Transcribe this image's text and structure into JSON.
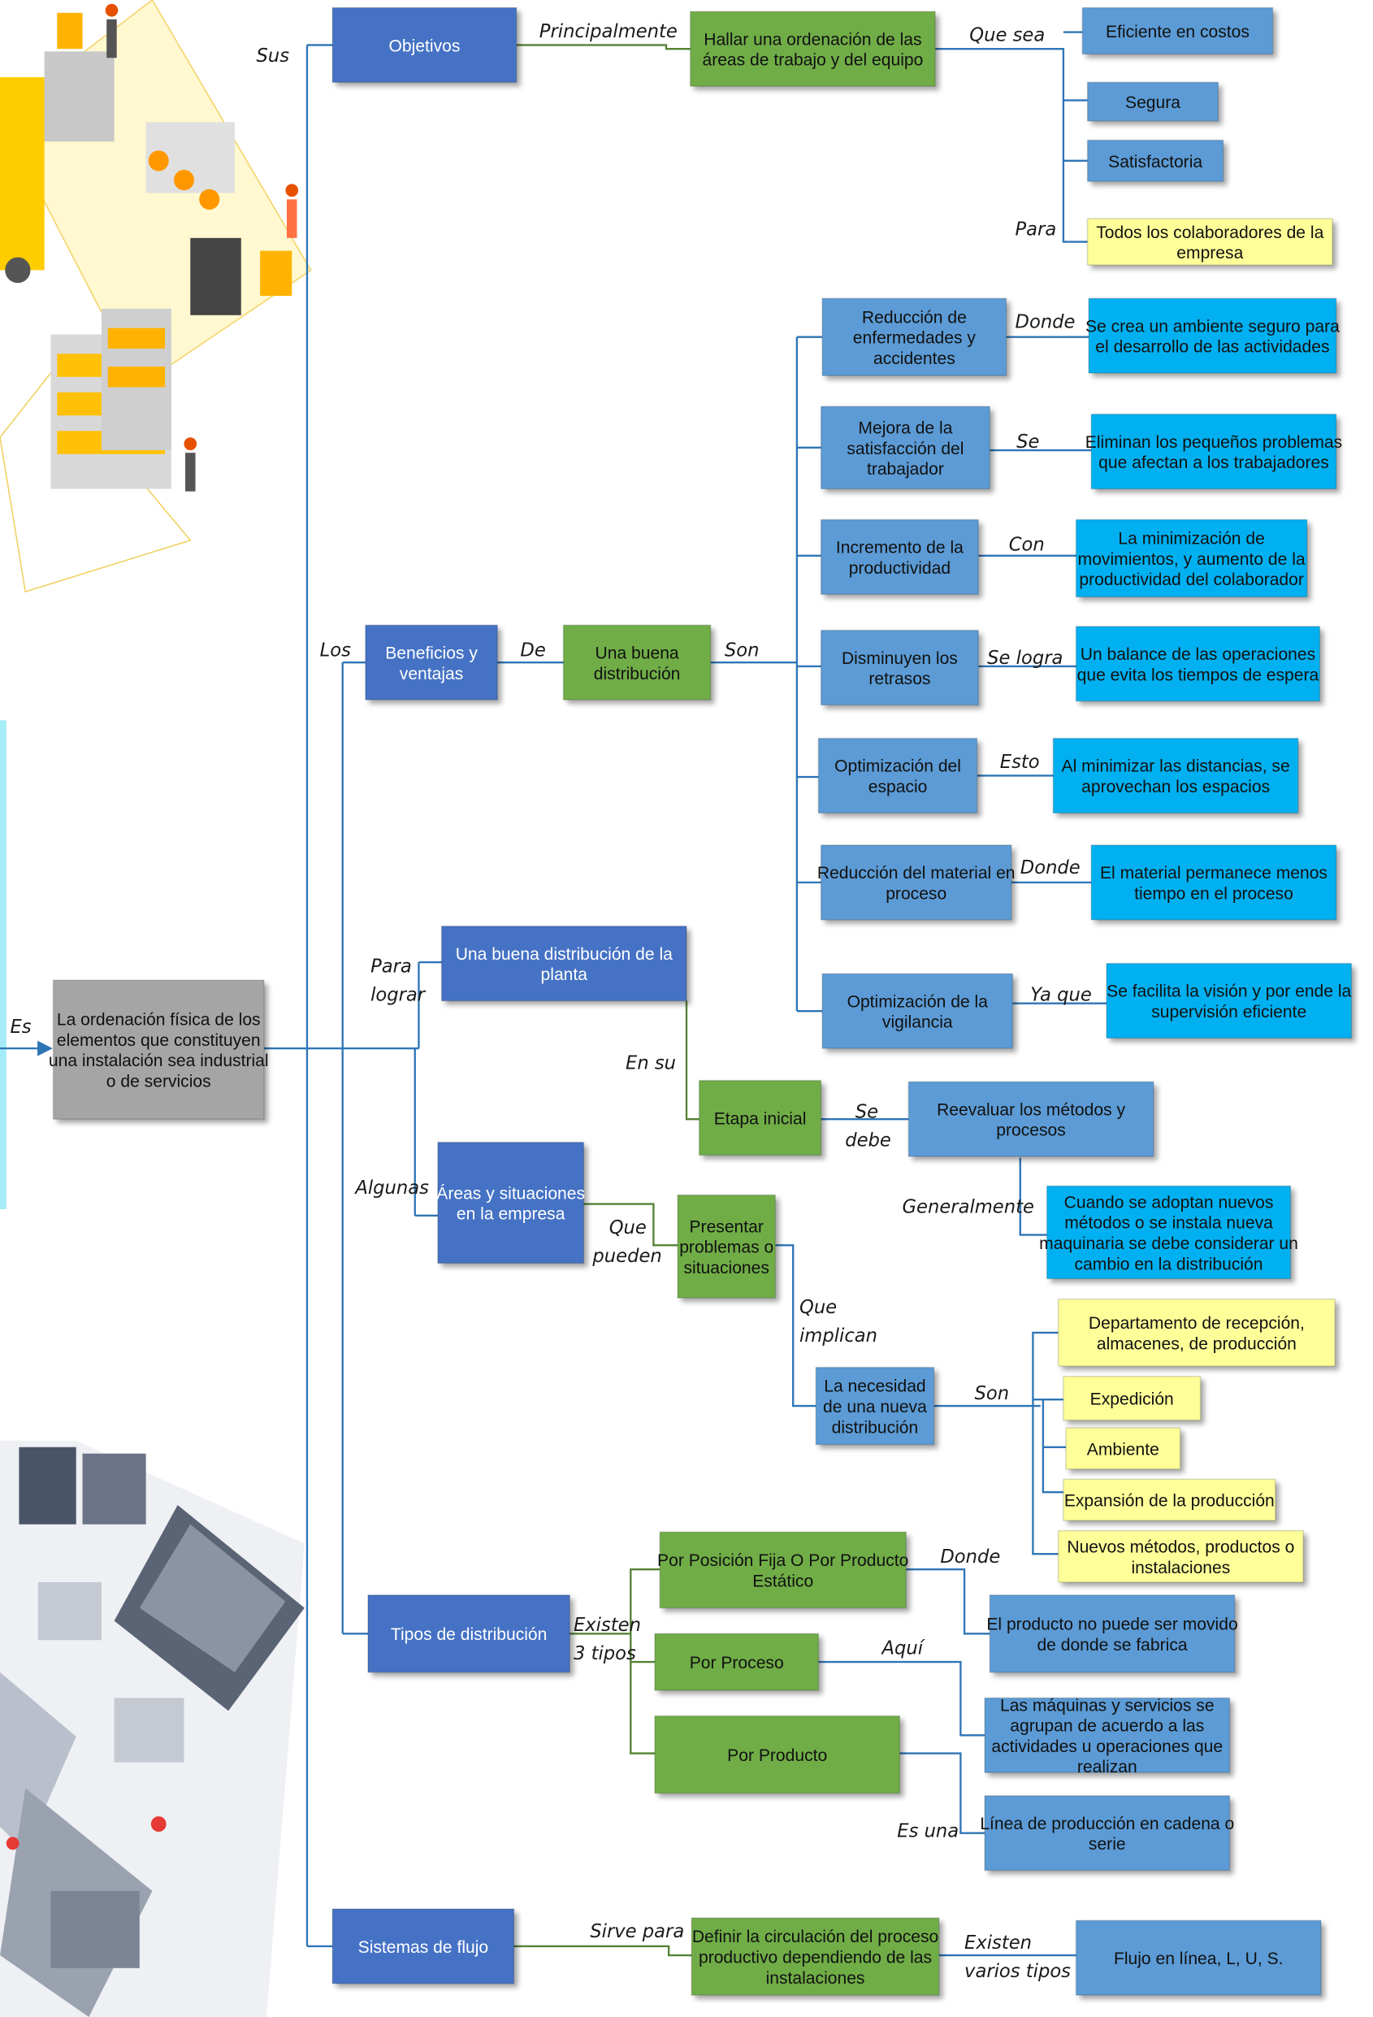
{
  "colors": {
    "blue_dark": "#4472c4",
    "blue_mid": "#5b9bd5",
    "green": "#70ad47",
    "cyan": "#00b0f0",
    "yellow": "#ffff99",
    "gray": "#a5a5a5",
    "line_blue": "#2e75b6",
    "line_green": "#548235"
  },
  "illustrations": {
    "top_left": "warehouse-illustration-icon",
    "bottom_left": "warehouse-floorplan-illustration-icon"
  },
  "root": {
    "connector": "Es",
    "text": [
      "La ordenación física de los",
      "elementos que constituyen",
      "una instalación sea industrial",
      "o de servicios"
    ]
  },
  "objetivos": {
    "connector": "Sus",
    "label": [
      "Objetivos"
    ],
    "link1": "Principalmente",
    "goal": [
      "Hallar una ordenación de las",
      "áreas de trabajo y del equipo"
    ],
    "link2": "Que sea",
    "qualities": [
      [
        "Eficiente en costos"
      ],
      [
        "Segura"
      ],
      [
        "Satisfactoria"
      ]
    ],
    "link3": "Para",
    "target": [
      "Todos los colaboradores de la",
      "empresa"
    ]
  },
  "beneficios": {
    "connector": "Los",
    "label": [
      "Beneficios y",
      "ventajas"
    ],
    "link1": "De",
    "center": [
      "Una buena",
      "distribución"
    ],
    "link2": "Son",
    "items": [
      {
        "title": [
          "Reducción de",
          "enfermedades y",
          "accidentes"
        ],
        "link": "Donde",
        "detail": [
          "Se crea un ambiente seguro para",
          "el desarrollo de las actividades"
        ]
      },
      {
        "title": [
          "Mejora de la",
          "satisfacción del",
          "trabajador"
        ],
        "link": "Se",
        "detail": [
          "Eliminan los pequeños problemas",
          "que afectan a los trabajadores"
        ]
      },
      {
        "title": [
          "Incremento de la",
          "productividad"
        ],
        "link": "Con",
        "detail": [
          "La minimización de",
          "movimientos, y aumento de la",
          "productividad del colaborador"
        ]
      },
      {
        "title": [
          "Disminuyen los",
          "retrasos"
        ],
        "link": "Se logra",
        "detail": [
          "Un balance de las operaciones",
          "que evita los tiempos de espera"
        ]
      },
      {
        "title": [
          "Optimización del",
          "espacio"
        ],
        "link": "Esto",
        "detail": [
          "Al minimizar las distancias, se",
          "aprovechan los espacios"
        ]
      },
      {
        "title": [
          "Reducción del material en",
          "proceso"
        ],
        "link": "Donde",
        "detail": [
          "El material permanece menos",
          "tiempo en el proceso"
        ]
      },
      {
        "title": [
          "Optimización de la",
          "vigilancia"
        ],
        "link": "Ya que",
        "detail": [
          "Se facilita la visión y por ende la",
          "supervisión eficiente"
        ]
      }
    ]
  },
  "lograr": {
    "connector": [
      "Para",
      "lograr"
    ],
    "label": [
      "Una buena distribución de la",
      "planta"
    ],
    "link1": "En su",
    "stage": [
      "Etapa inicial"
    ],
    "link2": [
      "Se",
      "debe"
    ],
    "action": [
      "Reevaluar los métodos y",
      "procesos"
    ],
    "link3": "Generalmente",
    "note": [
      "Cuando se adoptan nuevos",
      "métodos o se instala nueva",
      "maquinaria se debe considerar un",
      "cambio en la distribución"
    ]
  },
  "areas": {
    "connector": "Algunas",
    "label": [
      "Áreas y situaciones",
      "en la empresa"
    ],
    "link1": [
      "Que",
      "pueden"
    ],
    "problems": [
      "Presentar",
      "problemas o",
      "situaciones"
    ],
    "link2": [
      "Que",
      "implican"
    ],
    "need": [
      "La necesidad",
      "de una nueva",
      "distribución"
    ],
    "link3": "Son",
    "list": [
      [
        "Departamento de recepción,",
        "almacenes, de producción"
      ],
      [
        "Expedición"
      ],
      [
        "Ambiente"
      ],
      [
        "Expansión de la producción"
      ],
      [
        "Nuevos métodos, productos o",
        "instalaciones"
      ]
    ]
  },
  "tipos": {
    "label": [
      "Tipos de distribución"
    ],
    "link": [
      "Existen",
      "3 tipos"
    ],
    "types": [
      {
        "name": [
          "Por Posición Fija O Por Producto",
          "Estático"
        ],
        "link": "Donde",
        "detail": [
          "El producto no puede ser movido",
          "de donde se fabrica"
        ]
      },
      {
        "name": [
          "Por Proceso"
        ],
        "link": "Aquí",
        "detail": [
          "Las máquinas y servicios se",
          "agrupan de acuerdo a las",
          "actividades u operaciones que",
          "realizan"
        ]
      },
      {
        "name": [
          "Por Producto"
        ],
        "link": "Es una",
        "detail": [
          "Línea de producción en cadena o",
          "serie"
        ]
      }
    ]
  },
  "flujo": {
    "label": [
      "Sistemas de flujo"
    ],
    "link1": "Sirve para",
    "purpose": [
      "Definir la circulación del proceso",
      "productivo dependiendo de las",
      "instalaciones"
    ],
    "link2": [
      "Existen",
      "varios tipos"
    ],
    "kinds": [
      "Flujo en línea, L, U, S."
    ]
  }
}
